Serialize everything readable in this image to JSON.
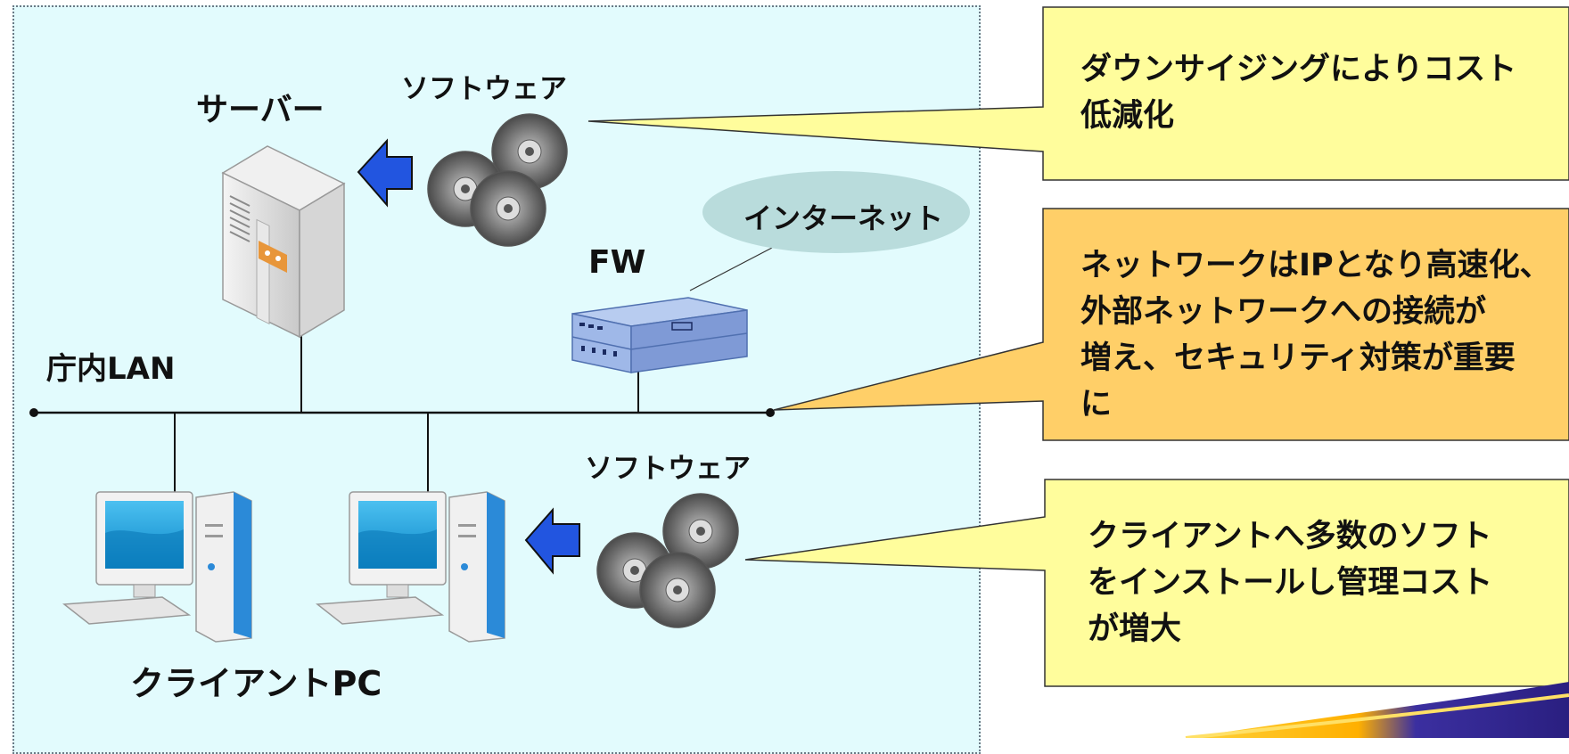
{
  "labels": {
    "server": "サーバー",
    "software_top": "ソフトウェア",
    "internet": "インターネット",
    "fw": "FW",
    "lan": "庁内LAN",
    "software_bottom": "ソフトウェア",
    "client_pc": "クライアントPC"
  },
  "callouts": {
    "top": [
      "ダウンサイジングによりコスト",
      "低減化"
    ],
    "middle": [
      "ネットワークはIPとなり高速化、",
      "外部ネットワークへの接続が",
      "増え、セキュリティ対策が重要",
      "に"
    ],
    "bottom": [
      "クライアントへ多数のソフト",
      "をインストールし管理コスト",
      "が増大"
    ]
  },
  "colors": {
    "panel_bg": "#e2fbfd",
    "callout_yellow": "#fffd9c",
    "callout_orange": "#ffcf68",
    "arrow_blue": "#2255e0",
    "router_blue": "#8eabe0",
    "cloud": "#b9dcdc"
  },
  "icons": [
    "server-icon",
    "software-disc-icon",
    "router-icon",
    "client-pc-icon",
    "blue-arrow-icon",
    "cloud-ellipse"
  ]
}
